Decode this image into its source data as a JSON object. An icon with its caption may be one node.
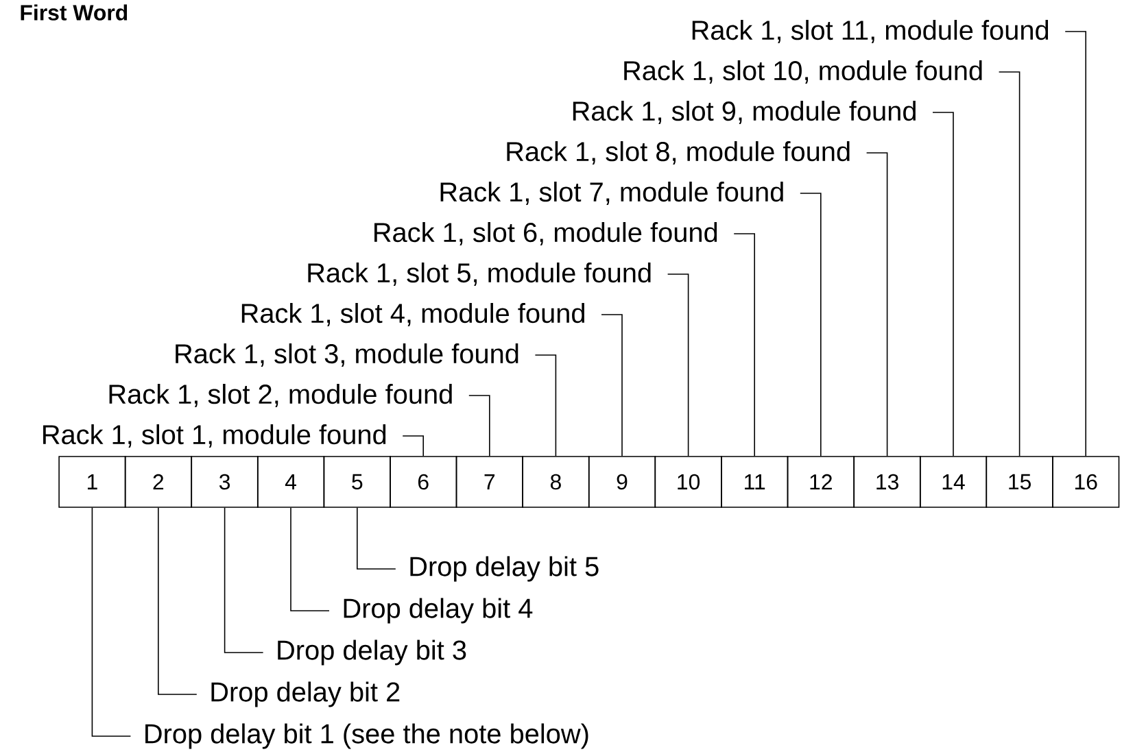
{
  "diagram": {
    "title": "First Word",
    "nodes": [
      {
        "text": [
          "1"
        ]
      },
      {
        "text": [
          "2"
        ]
      },
      {
        "text": [
          "3"
        ]
      },
      {
        "text": [
          "4"
        ]
      },
      {
        "text": [
          "5"
        ]
      },
      {
        "text": [
          "6"
        ]
      },
      {
        "text": [
          "7"
        ]
      },
      {
        "text": [
          "8"
        ]
      },
      {
        "text": [
          "9"
        ]
      },
      {
        "text": [
          "10"
        ]
      },
      {
        "text": [
          "11"
        ]
      },
      {
        "text": [
          "12"
        ]
      },
      {
        "text": [
          "13"
        ]
      },
      {
        "text": [
          "14"
        ]
      },
      {
        "text": [
          "15"
        ]
      },
      {
        "text": [
          "16"
        ]
      },
      {
        "text": [
          "Rack 1, slot 1, module found"
        ]
      },
      {
        "text": [
          "Rack 1, slot 2, module found"
        ]
      },
      {
        "text": [
          "Rack 1, slot 3, module found"
        ]
      },
      {
        "text": [
          "Rack 1, slot 4, module found"
        ]
      },
      {
        "text": [
          "Rack 1, slot 5, module found"
        ]
      },
      {
        "text": [
          "Rack 1, slot 6, module found"
        ]
      },
      {
        "text": [
          "Rack 1, slot 7, module found"
        ]
      },
      {
        "text": [
          "Rack 1, slot 8, module found"
        ]
      },
      {
        "text": [
          "Rack 1, slot 9, module found"
        ]
      },
      {
        "text": [
          "Rack 1, slot 10, module found"
        ]
      },
      {
        "text": [
          "Rack 1, slot 11, module found"
        ]
      },
      {
        "text": [
          "Drop delay bit 5"
        ]
      },
      {
        "text": [
          "Drop delay bit 4"
        ]
      },
      {
        "text": [
          "Drop delay bit 3"
        ]
      },
      {
        "text": [
          "Drop delay bit 2"
        ]
      },
      {
        "text": [
          "Drop delay bit 1 (see the note below)"
        ]
      }
    ],
    "edges": [
      {
        "from": 16,
        "to": 5,
        "arrow": "none"
      },
      {
        "from": 17,
        "to": 6,
        "arrow": "none"
      },
      {
        "from": 18,
        "to": 7,
        "arrow": "none"
      },
      {
        "from": 19,
        "to": 8,
        "arrow": "none"
      },
      {
        "from": 20,
        "to": 9,
        "arrow": "none"
      },
      {
        "from": 21,
        "to": 10,
        "arrow": "none"
      },
      {
        "from": 22,
        "to": 11,
        "arrow": "none"
      },
      {
        "from": 23,
        "to": 12,
        "arrow": "none"
      },
      {
        "from": 24,
        "to": 13,
        "arrow": "none"
      },
      {
        "from": 25,
        "to": 14,
        "arrow": "none"
      },
      {
        "from": 26,
        "to": 15,
        "arrow": "none"
      },
      {
        "from": 27,
        "to": 4,
        "arrow": "none"
      },
      {
        "from": 28,
        "to": 3,
        "arrow": "none"
      },
      {
        "from": 29,
        "to": 2,
        "arrow": "none"
      },
      {
        "from": 30,
        "to": 1,
        "arrow": "none"
      },
      {
        "from": 31,
        "to": 0,
        "arrow": "none"
      }
    ]
  }
}
